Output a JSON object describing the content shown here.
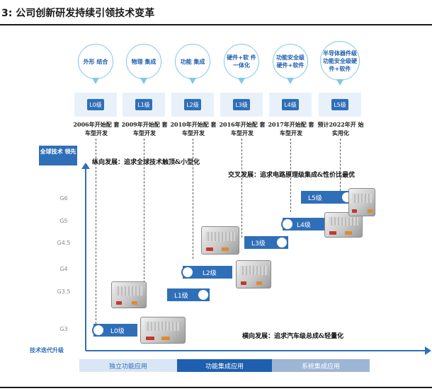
{
  "header": {
    "title": "3: 公司创新研发持续引领技术变革"
  },
  "stages": [
    {
      "pin": "外形 结合",
      "level": "L0级",
      "year": "2006年开始配 套车型开发"
    },
    {
      "pin": "物理 集成",
      "level": "L1级",
      "year": "2009年开始配 套车型开发"
    },
    {
      "pin": "功能 集成",
      "level": "L2级",
      "year": "2010年开始配 套车型开发"
    },
    {
      "pin": "硬件+软 件一体化",
      "level": "L3级",
      "year": "2016年开始配 套车型开发"
    },
    {
      "pin": "功能安全级 硬件+软件",
      "level": "L4级",
      "year": "2017年开始配 套车型开发"
    },
    {
      "pin": "半导体器件级 功能安全级硬 件+软件",
      "level": "L5级",
      "year": "预计2022年开 始实用化"
    }
  ],
  "y_axis": {
    "title": "全球技术 领先",
    "ticks": [
      "G6",
      "G5",
      "G4.5",
      "G4",
      "G3.5",
      "G3"
    ]
  },
  "x_axis": {
    "title": "技术迭代升级"
  },
  "notes": {
    "vertical": "纵向发展：追求全球技术触顶&小型化",
    "cross": "交叉发展：追求电路原理级集成&性价比最优",
    "horizontal": "横向发展：追求汽车级总成&轻量化"
  },
  "bands": [
    {
      "label": "独立功能应用",
      "bg": "#d9e6f5",
      "fg": "#2f6fb8"
    },
    {
      "label": "功能集成应用",
      "bg": "#1f5fb0",
      "fg": "#ffffff"
    },
    {
      "label": "系统集成应用",
      "bg": "#9eb5d6",
      "fg": "#ffffff"
    }
  ],
  "colors": {
    "accent": "#2f6fb8",
    "pin_border": "#7fc8e8"
  }
}
